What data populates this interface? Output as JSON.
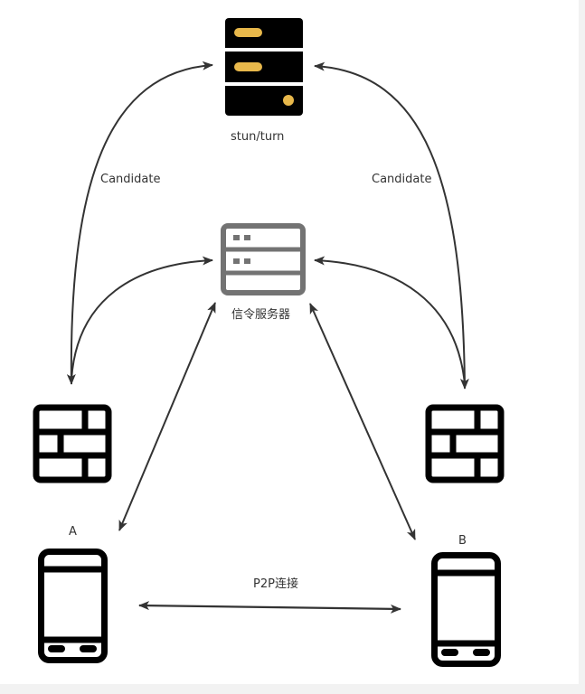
{
  "colors": {
    "edge": "#333333",
    "icon_black": "#000000",
    "accent_gold": "#e8b84b",
    "signal_gray": "#737373",
    "background": "#ffffff",
    "outer_bg": "#f2f2f2"
  },
  "nodes": {
    "stun": {
      "label": "stun/turn",
      "icon": "server-icon"
    },
    "signal": {
      "label": "信令服务器",
      "icon": "server-outline-icon"
    },
    "firewall_left": {
      "label": "",
      "icon": "firewall-icon"
    },
    "firewall_right": {
      "label": "",
      "icon": "firewall-icon"
    },
    "phone_a": {
      "label": "A",
      "icon": "mobile-phone-icon"
    },
    "phone_b": {
      "label": "B",
      "icon": "mobile-phone-icon"
    }
  },
  "edges": {
    "candidate_left": {
      "label": "Candidate",
      "from": "firewall_left",
      "to": "stun",
      "direction": "both"
    },
    "candidate_right": {
      "label": "Candidate",
      "from": "firewall_right",
      "to": "stun",
      "direction": "both"
    },
    "fw_left_signal": {
      "label": "",
      "from": "firewall_left",
      "to": "signal",
      "direction": "to"
    },
    "fw_right_signal": {
      "label": "",
      "from": "firewall_right",
      "to": "signal",
      "direction": "to"
    },
    "a_signal": {
      "label": "",
      "from": "phone_a",
      "to": "signal",
      "direction": "both"
    },
    "b_signal": {
      "label": "",
      "from": "phone_b",
      "to": "signal",
      "direction": "both"
    },
    "p2p": {
      "label": "P2P连接",
      "from": "phone_a",
      "to": "phone_b",
      "direction": "both"
    }
  }
}
